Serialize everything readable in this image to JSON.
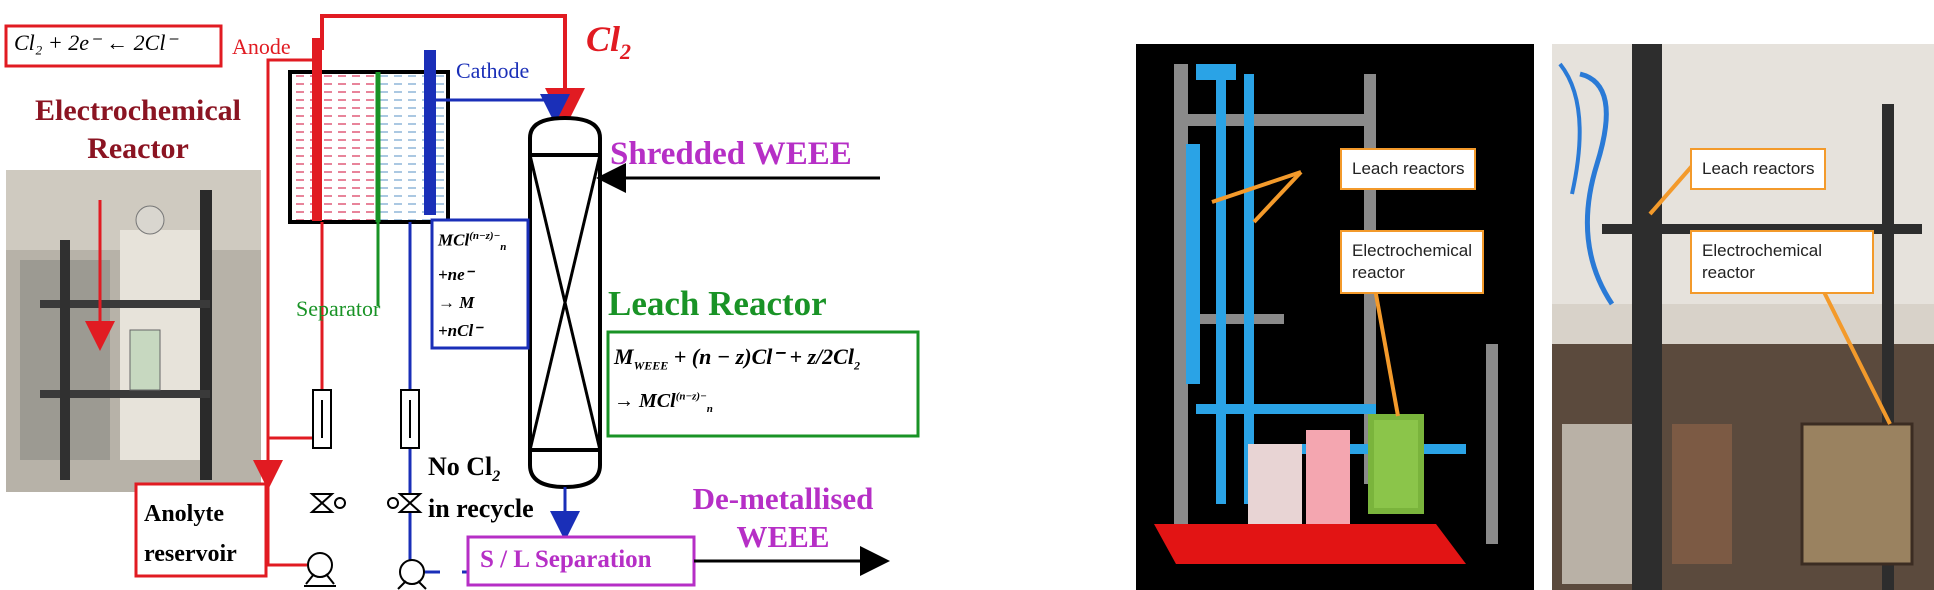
{
  "schematic": {
    "anode_equation": "Cl₂ + 2e⁻ ← 2Cl⁻",
    "anode_label": "Anode",
    "cathode_label": "Cathode",
    "cl2_label": "Cl",
    "cl2_sub": "2",
    "electrochemical_reactor_title": [
      "Electrochemical",
      "Reactor"
    ],
    "separator_label": "Separator",
    "cathode_equation": [
      "MCl",
      "(n−z)−",
      "n",
      "+ne⁻",
      "→ M",
      "+nCl⁻"
    ],
    "shredded_weee": "Shredded WEEE",
    "leach_reactor_title": "Leach Reactor",
    "leach_equation_line1": "M",
    "leach_equation_sub": "WEEE",
    "leach_equation_rest": " + (n − z)Cl⁻ + z/2Cl",
    "leach_equation_sub2": "2",
    "leach_equation_line2": "→ MCl",
    "leach_equation_sup2": "(n−z)−",
    "leach_equation_sub3": "n",
    "no_cl2": "No Cl",
    "no_cl2_sub": "2",
    "in_recycle": "in recycle",
    "anolyte_reservoir": [
      "Anolyte",
      "reservoir"
    ],
    "sl_separation": "S / L Separation",
    "demetallised_weee": [
      "De-metallised",
      "WEEE"
    ]
  },
  "render": {
    "leach_reactors_label": "Leach reactors",
    "electrochemical_reactor_label": [
      "Electrochemical",
      "reactor"
    ]
  },
  "photo": {
    "leach_reactors_label": "Leach reactors",
    "electrochemical_reactor_label": [
      "Electrochemical",
      "reactor"
    ]
  },
  "colors": {
    "red": "#e11b22",
    "blue": "#1a2fb8",
    "green": "#199326",
    "purple": "#b62fc6",
    "darkred": "#8b1422",
    "orange": "#f39a2b"
  }
}
